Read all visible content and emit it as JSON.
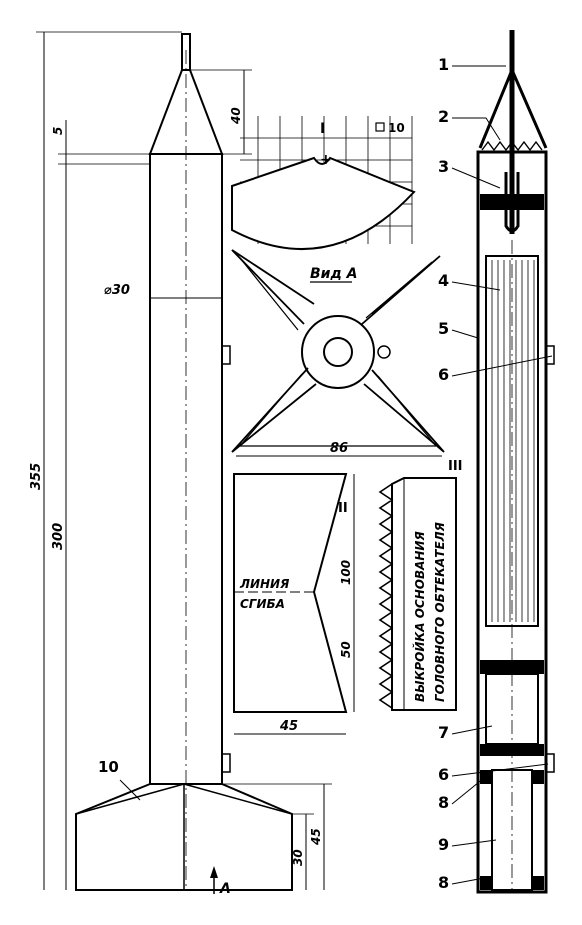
{
  "dimensions": {
    "total_length": "355",
    "body_length": "300",
    "nose_height": "40",
    "nose_gap": "5",
    "diameter": "⌀30",
    "view_width": "86",
    "pattern_width": "45",
    "pattern_upper": "100",
    "pattern_lower": "50",
    "fin_height_a": "30",
    "fin_height_b": "45"
  },
  "labels": {
    "view_a": "Вид А",
    "arrow_a": "А",
    "fold_line_1": "ЛИНИЯ",
    "fold_line_2": "СГИБА",
    "roman_1": "I",
    "roman_2": "II",
    "roman_3": "III",
    "grid_scale": "10",
    "fin_number": "10",
    "pattern_text_1": "ВЫКРОЙКА  ОСНОВАНИЯ",
    "pattern_text_2": "ГОЛОВНОГО  ОБТЕКАТЕЛЯ"
  },
  "callouts": [
    "1",
    "2",
    "3",
    "4",
    "5",
    "6",
    "7",
    "6",
    "8",
    "9",
    "8"
  ]
}
